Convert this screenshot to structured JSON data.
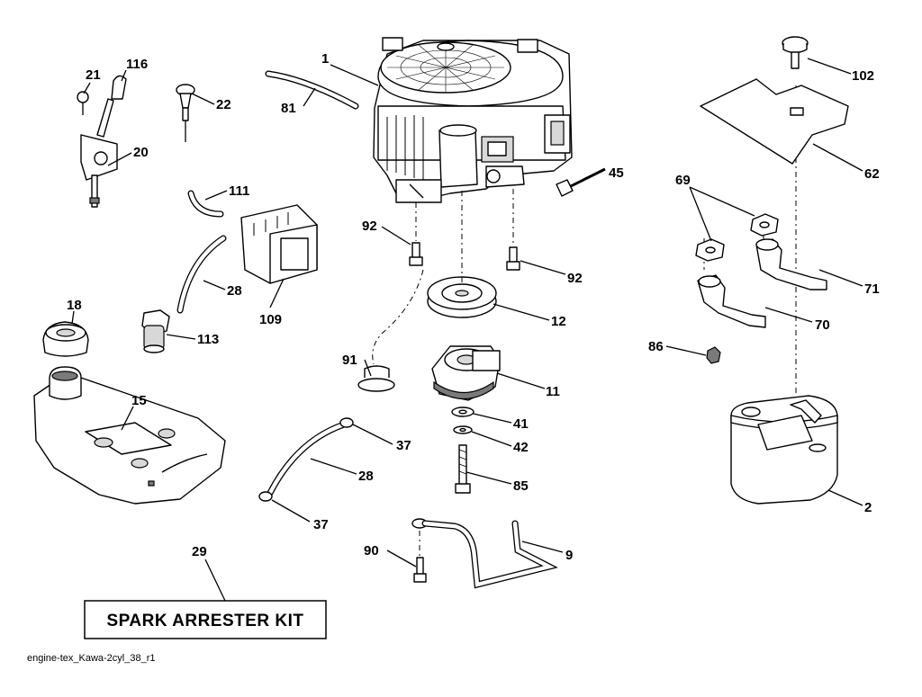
{
  "callouts": {
    "c1": "1",
    "c2": "2",
    "c9": "9",
    "c11": "11",
    "c12": "12",
    "c15": "15",
    "c18": "18",
    "c20": "20",
    "c21": "21",
    "c22": "22",
    "c28a": "28",
    "c28b": "28",
    "c29": "29",
    "c37a": "37",
    "c37b": "37",
    "c41": "41",
    "c42": "42",
    "c45": "45",
    "c62": "62",
    "c69": "69",
    "c70": "70",
    "c71": "71",
    "c81": "81",
    "c85": "85",
    "c86": "86",
    "c90": "90",
    "c91": "91",
    "c92a": "92",
    "c92b": "92",
    "c102": "102",
    "c109": "109",
    "c111": "111",
    "c113": "113",
    "c116": "116"
  },
  "kit_label": "SPARK ARRESTER KIT",
  "caption": "engine-tex_Kawa-2cyl_38_r1"
}
